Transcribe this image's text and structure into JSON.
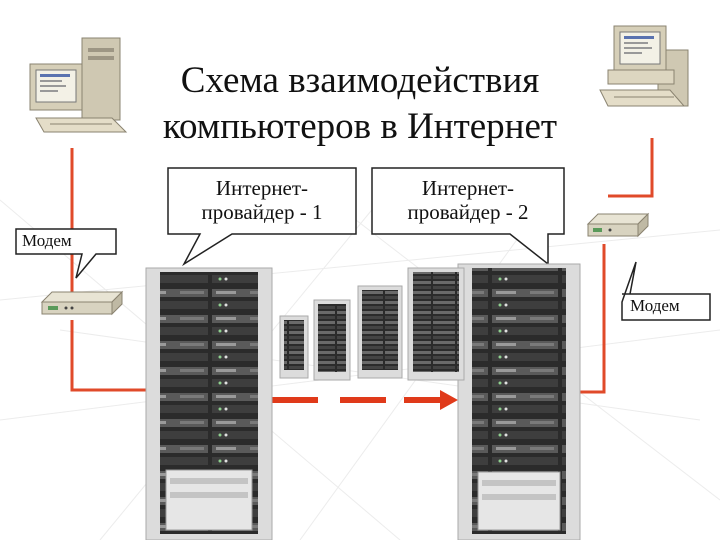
{
  "title": {
    "line1": "Схема взаимодействия",
    "line2": "компьютеров в Интернет"
  },
  "providers": [
    {
      "line1": "Интернет-",
      "line2": "провайдер - 1"
    },
    {
      "line1": "Интернет-",
      "line2": "провайдер - 2"
    }
  ],
  "modems": {
    "left_label": "Модем",
    "right_label": "Модем"
  },
  "colors": {
    "link": "#e04a2a",
    "arrow": "#e03a1a",
    "bubble_stroke": "#222222",
    "rack_frame": "#dcdcdc",
    "rack_inner": "#2a2a2a"
  },
  "icons": [
    "computer-icon",
    "modem-icon",
    "server-rack-icon"
  ]
}
